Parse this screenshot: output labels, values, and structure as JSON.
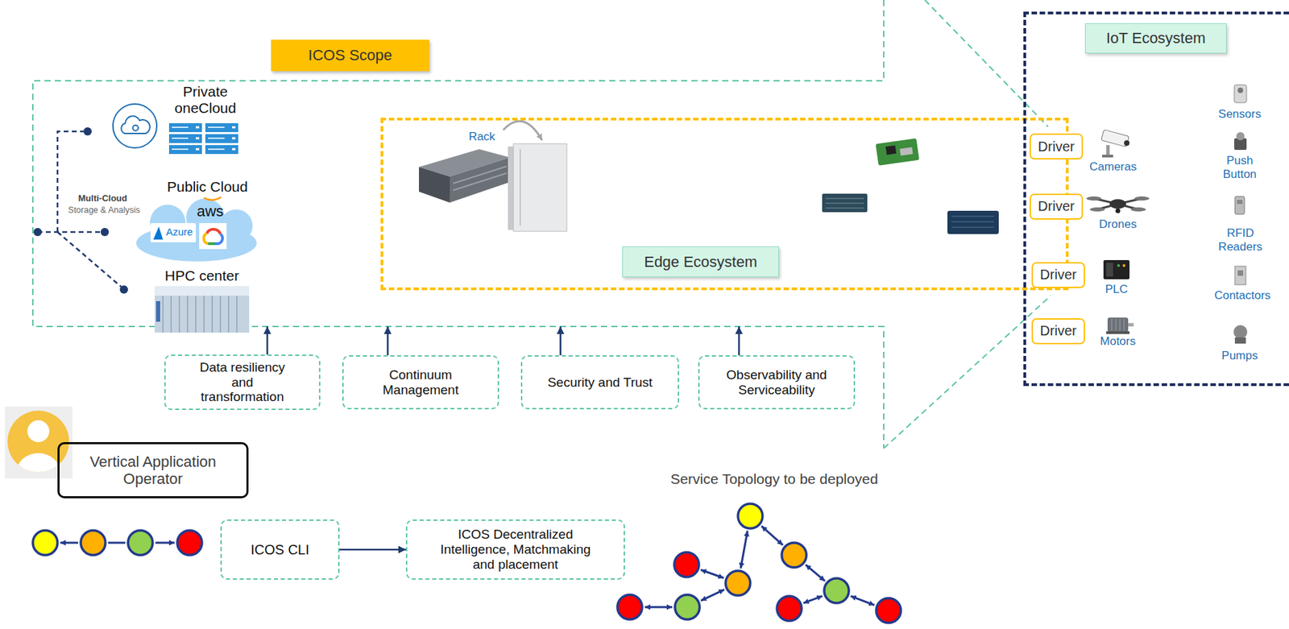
{
  "diagram": {
    "nodes": [
      {
        "text": [
          "ICOS Scope"
        ]
      },
      {
        "text": [
          "Edge Ecosystem"
        ],
        "in": 0
      },
      {
        "text": [
          "IoT Ecosystem"
        ]
      },
      {
        "text": [
          "Driver"
        ],
        "in": 2
      },
      {
        "text": [
          "Driver"
        ],
        "in": 2
      },
      {
        "text": [
          "Driver"
        ],
        "in": 2
      },
      {
        "text": [
          "Driver"
        ],
        "in": 2
      },
      {
        "text": [
          "Data resiliency and transformation"
        ]
      },
      {
        "text": [
          "Continuum Management"
        ]
      },
      {
        "text": [
          "Security and Trust"
        ]
      },
      {
        "text": [
          "Observability and Serviceability"
        ]
      },
      {
        "text": [
          "Vertical Application Operator"
        ]
      },
      {
        "text": [
          "ICOS CLI"
        ]
      },
      {
        "text": [
          "ICOS Decentralized Intelligence, Matchmaking and placement"
        ]
      }
    ],
    "edges": [
      {
        "from": 7,
        "to": 0,
        "arrow": "to"
      },
      {
        "from": 8,
        "to": 0,
        "arrow": "to"
      },
      {
        "from": 9,
        "to": 0,
        "arrow": "to"
      },
      {
        "from": 10,
        "to": 0,
        "arrow": "to"
      },
      {
        "from": 12,
        "to": 13,
        "arrow": "to"
      }
    ],
    "labels": [
      "Private oneCloud",
      "Multi-Cloud",
      "Storage & Analysis",
      "Public Cloud",
      "aws",
      "Azure",
      "HPC center",
      "Rack",
      "Cameras",
      "Drones",
      "PLC",
      "Motors",
      "Sensors",
      "Push Button",
      "RFID Readers",
      "Contactors",
      "Pumps",
      "Service Topology to be deployed"
    ]
  }
}
